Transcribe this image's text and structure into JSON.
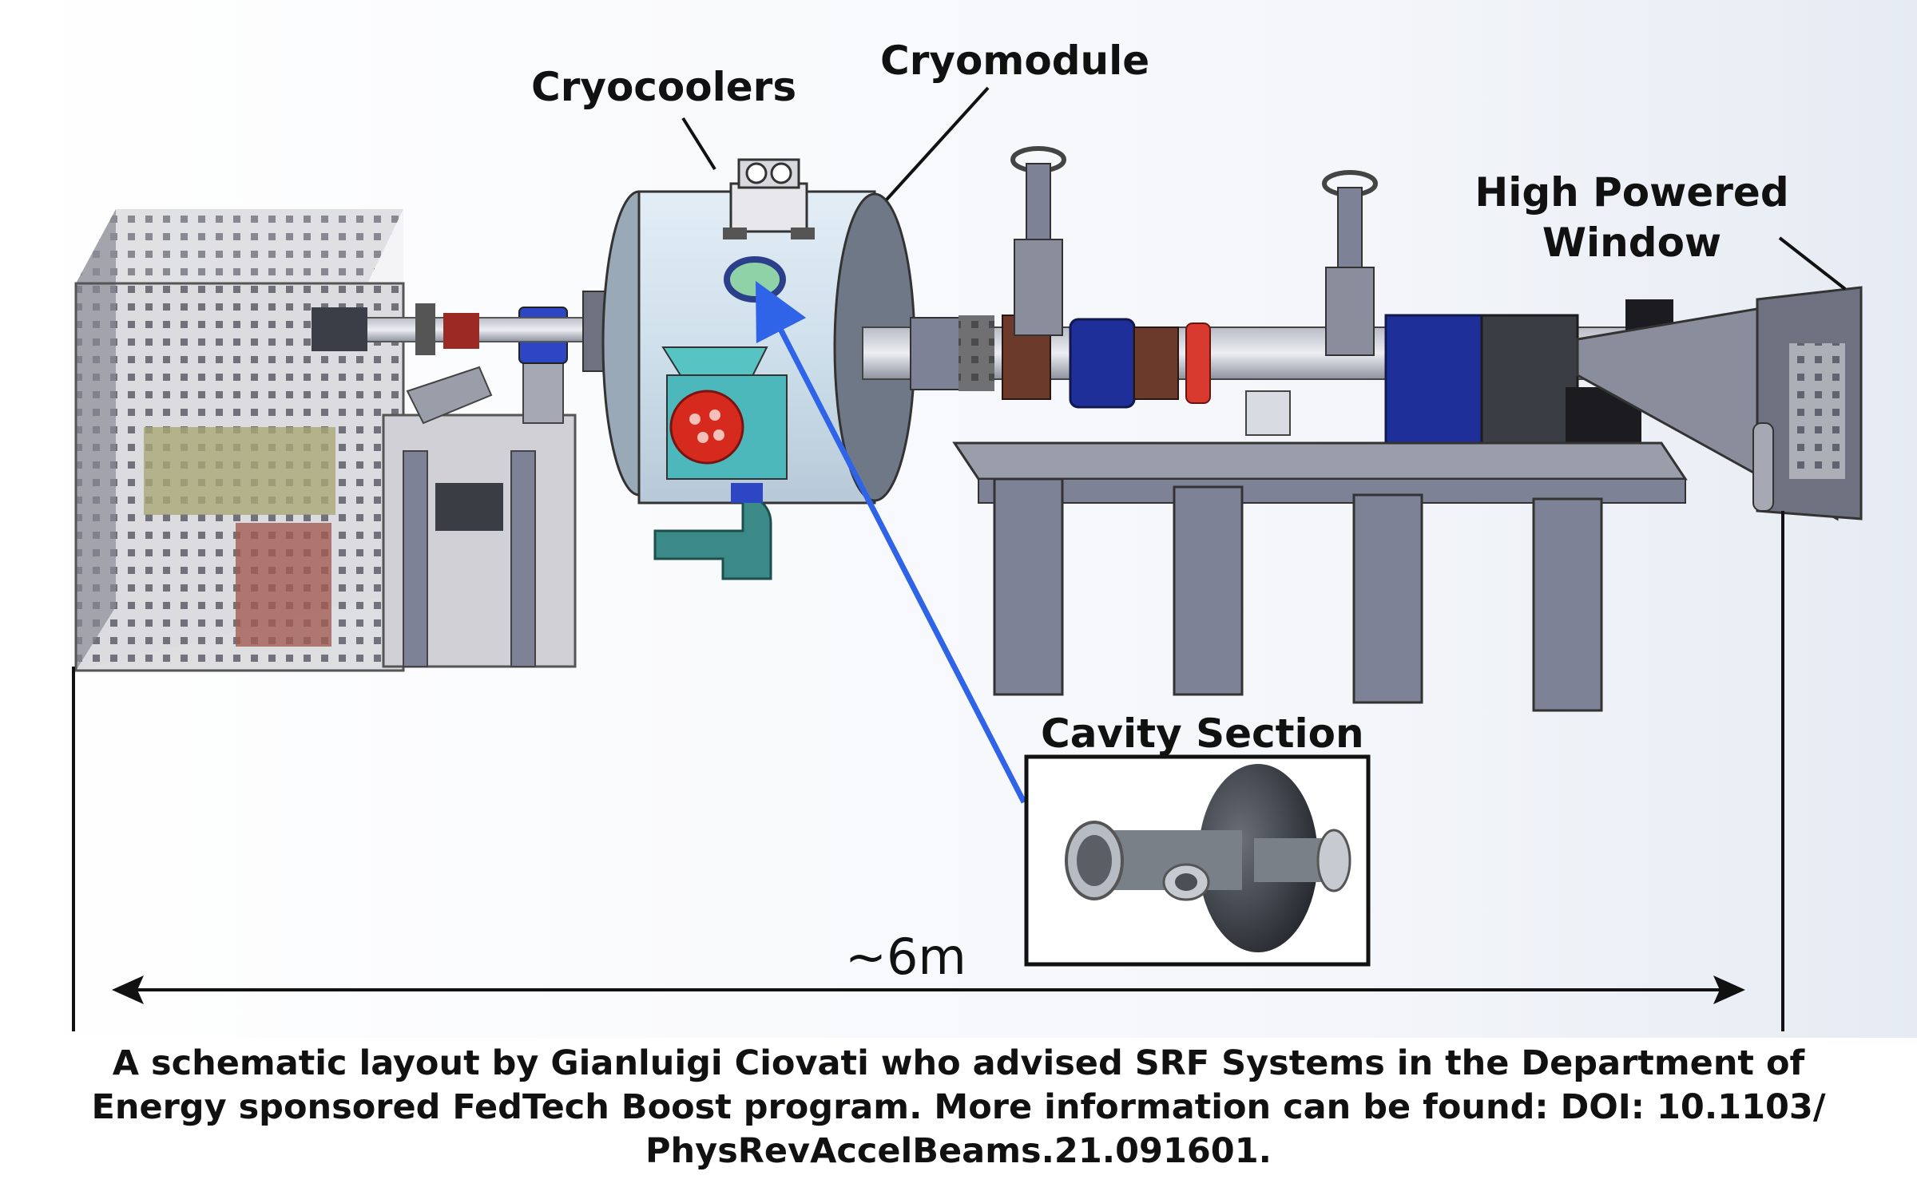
{
  "labels": {
    "cryocoolers": "Cryocoolers",
    "cryomodule": "Cryomodule",
    "window_line1": "High Powered",
    "window_line2": "Window",
    "cavity_section": "Cavity Section"
  },
  "dimension": "~6m",
  "caption": {
    "line1": "A schematic layout by Gianluigi Ciovati who advised SRF Systems in the Department of",
    "line2": "Energy sponsored FedTech Boost program. More information can be found: DOI: 10.1103/",
    "line3": "PhysRevAccelBeams.21.091601."
  },
  "colors": {
    "cryomodule_body": "#cfe0ec",
    "pointer_arrow": "#2f64e8",
    "magnet_blue": "#1f2f9a",
    "flange_brown": "#6b3a2a",
    "support_gray": "#7d8296",
    "teal_pump": "#3b8a87"
  }
}
